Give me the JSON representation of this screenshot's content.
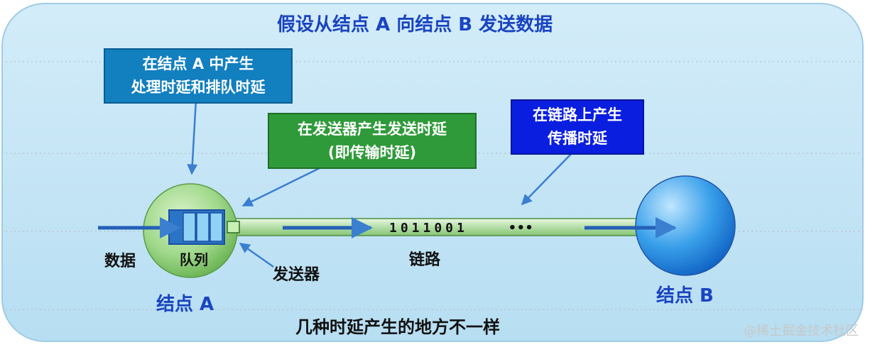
{
  "title": "假设从结点 A 向结点 B 发送数据",
  "callouts": {
    "node_a_delays": "在结点 A 中产生\n处理时延和排队时延",
    "transmission_delay": "在发送器产生发送时延\n(即传输时延)",
    "propagation_delay": "在链路上产生\n传播时延"
  },
  "labels": {
    "data": "数据",
    "queue": "队列",
    "sender": "发送器",
    "link": "链路",
    "bits": "1011001",
    "ellipsis": "•••",
    "node_a": "结点 A",
    "node_b": "结点 B",
    "caption": "几种时延产生的地方不一样"
  },
  "watermark": "@稀土掘金技术社区",
  "colors": {
    "background": "#c2e4f5",
    "title_text": "#1a44c0",
    "callout_teal": "#127fbf",
    "callout_green": "#2f9a3a",
    "callout_blue": "#0a1ee0",
    "node_a": "#8fd07a",
    "node_b": "#2a8ee0",
    "link": "#b9e0b0",
    "arrow": "#2a6fc9"
  }
}
